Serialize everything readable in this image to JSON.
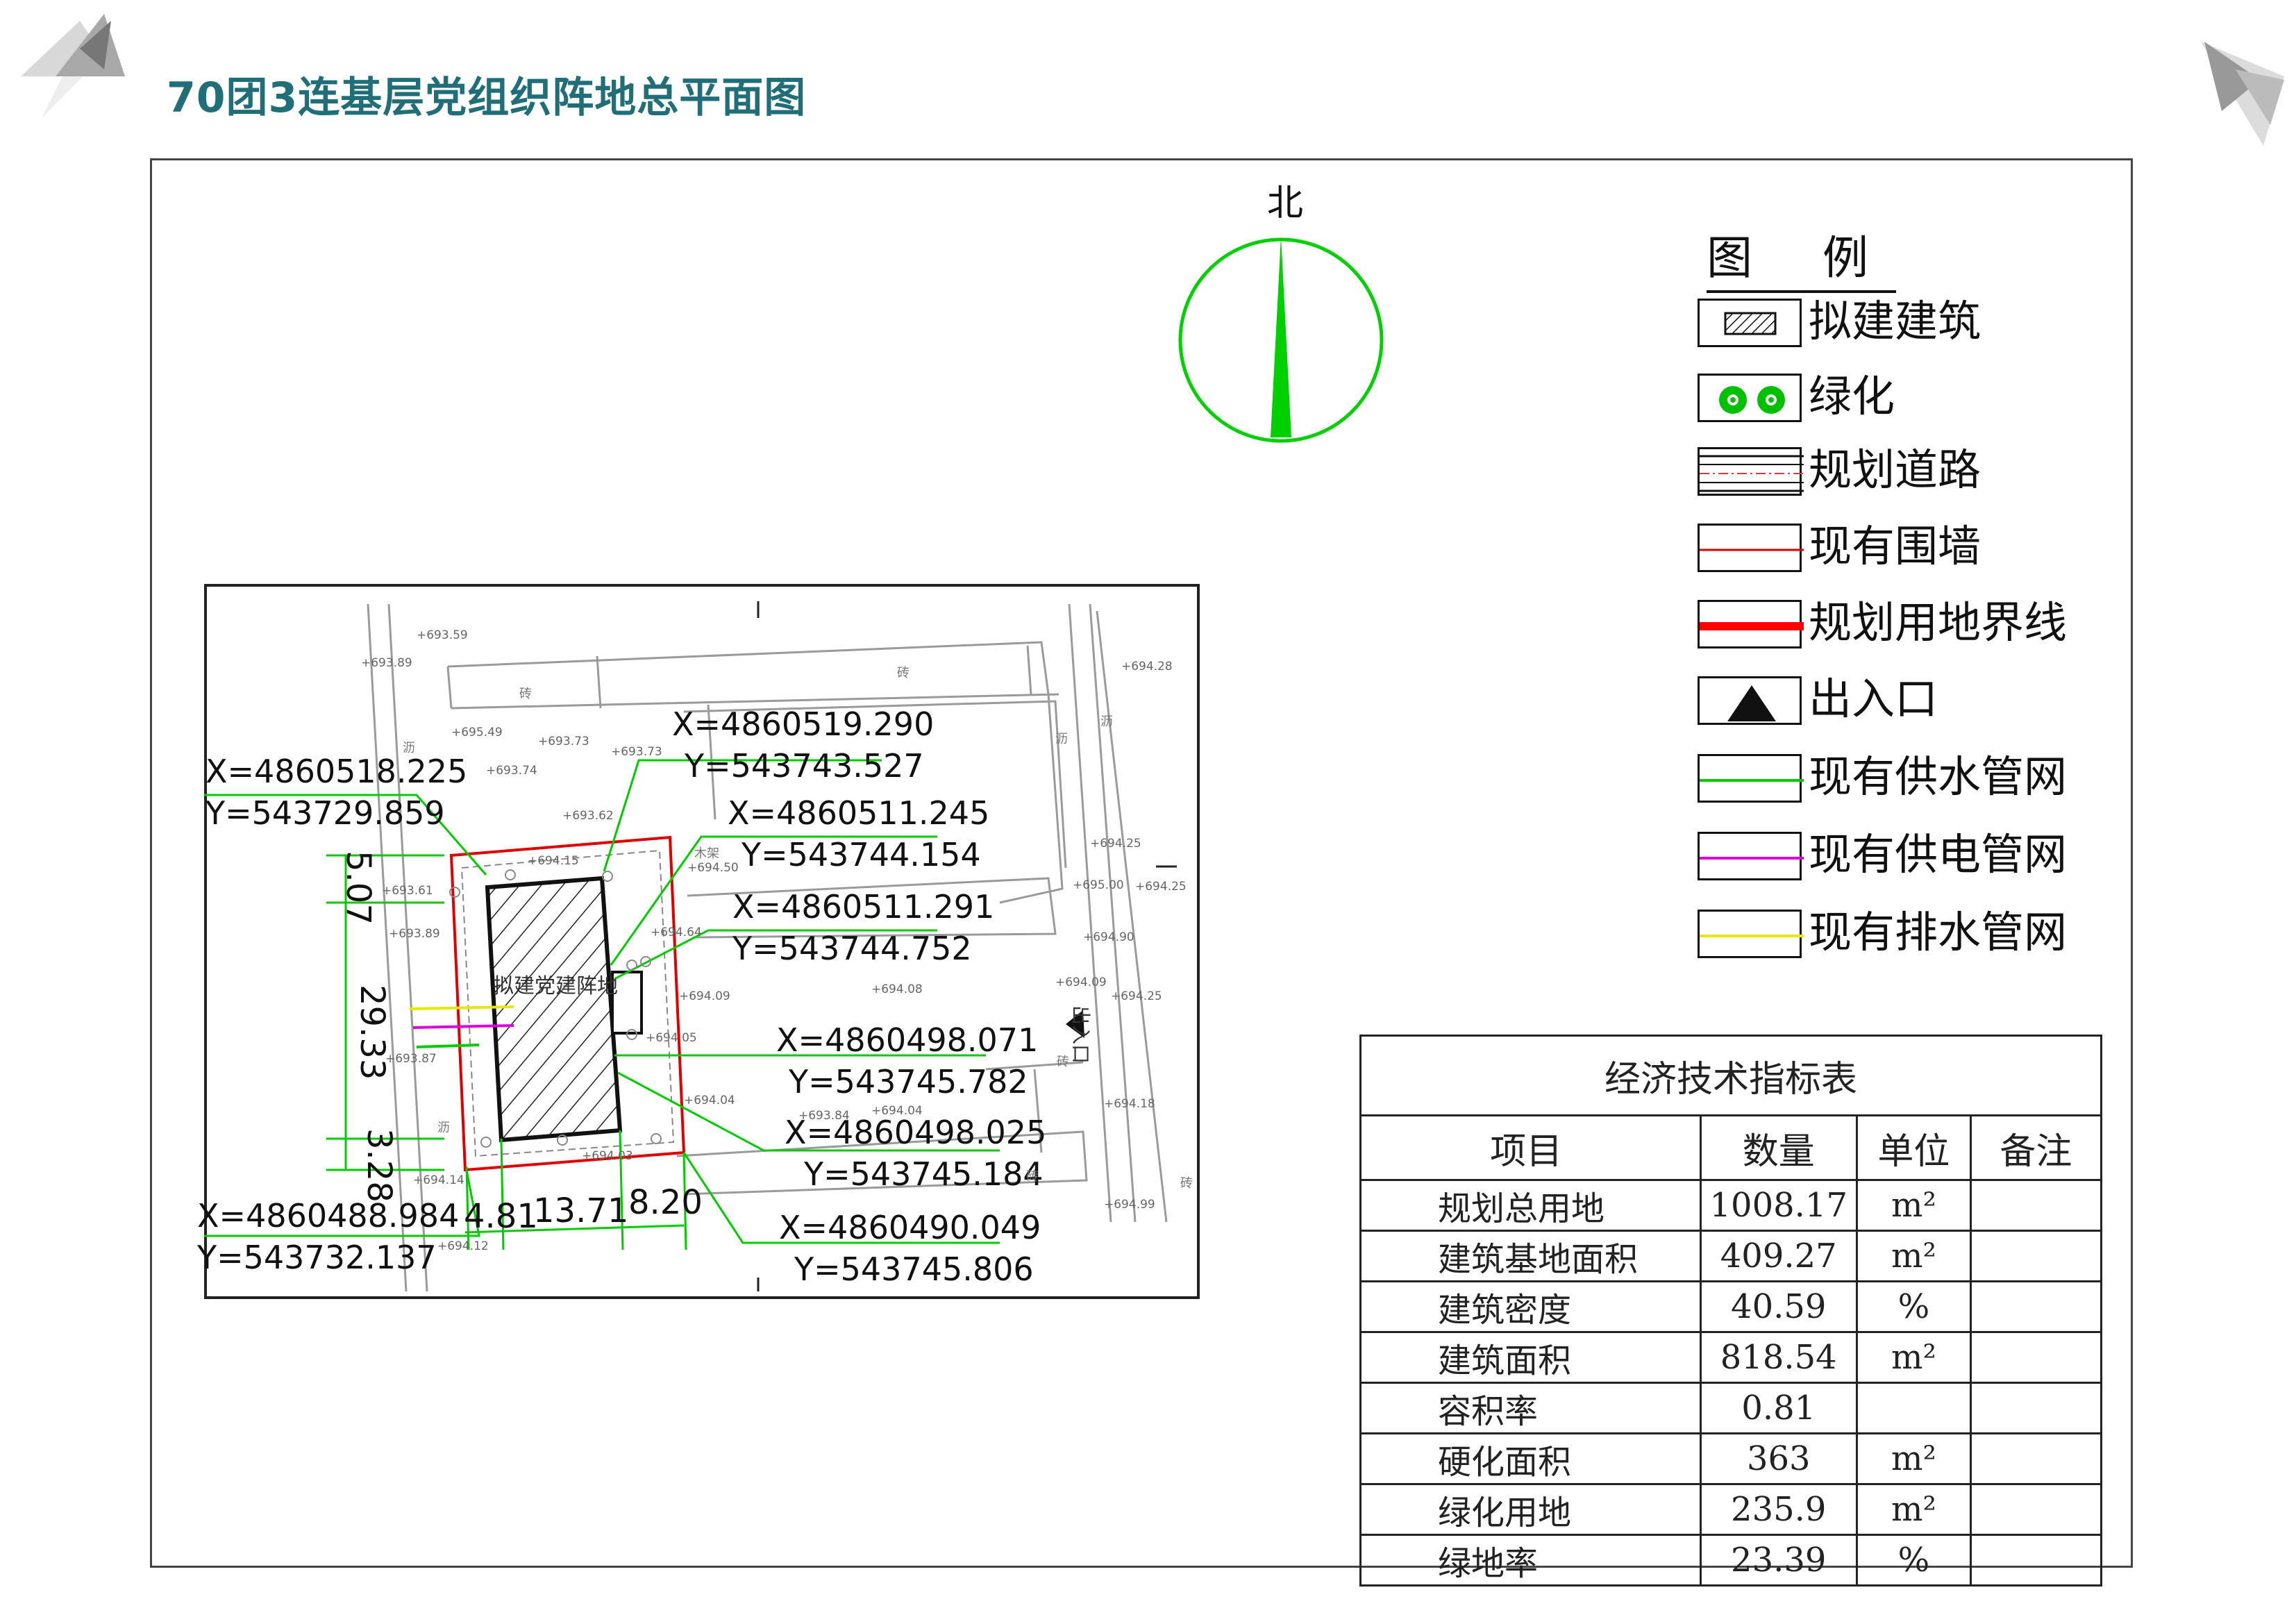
{
  "title": "70团3连基层党组织阵地总平面图",
  "north": {
    "label": "北"
  },
  "legend": {
    "title": "图  例",
    "items": [
      {
        "label": "拟建建筑",
        "icon": "hatch-building-icon"
      },
      {
        "label": "绿化",
        "icon": "green-tree-icon",
        "color": "#00c000"
      },
      {
        "label": "规划道路",
        "icon": "road-lines-icon",
        "color": "#d04040"
      },
      {
        "label": "现有围墙",
        "icon": "red-line-icon",
        "color": "#e00000"
      },
      {
        "label": "规划用地界线",
        "icon": "thick-red-line-icon",
        "color": "#ff0000"
      },
      {
        "label": "出入口",
        "icon": "triangle-icon"
      },
      {
        "label": "现有供水管网",
        "icon": "green-line-icon",
        "color": "#00cc00"
      },
      {
        "label": "现有供电管网",
        "icon": "magenta-line-icon",
        "color": "#dd00dd"
      },
      {
        "label": "现有排水管网",
        "icon": "yellow-line-icon",
        "color": "#e8e800"
      }
    ]
  },
  "plan": {
    "building_label": "拟建党建阵地",
    "entrance_label": "出入口",
    "coords": [
      {
        "x": "X=4860518.225",
        "y": "Y=543729.859"
      },
      {
        "x": "X=4860519.290",
        "y": "Y=543743.527"
      },
      {
        "x": "X=4860511.245",
        "y": "Y=543744.154"
      },
      {
        "x": "X=4860511.291",
        "y": "Y=543744.752"
      },
      {
        "x": "X=4860498.071",
        "y": "Y=543745.782"
      },
      {
        "x": "X=4860498.025",
        "y": "Y=543745.184"
      },
      {
        "x": "X=4860490.049",
        "y": "Y=543745.806"
      },
      {
        "x": "X=4860488.984",
        "y": "Y=543732.137"
      }
    ],
    "dims": {
      "v1": "5.07",
      "v2": "29.33",
      "v3": "3.28",
      "h1": "4.81",
      "h2": "13.71",
      "h3": "8.20"
    },
    "elevations": [
      "693.59",
      "693.89",
      "695.49",
      "693.73",
      "693.74",
      "693.73",
      "693.62",
      "694.15",
      "694.50",
      "694.64",
      "693.89",
      "694.09",
      "694.05",
      "694.08",
      "694.04",
      "694.03",
      "694.14",
      "694.12",
      "694.28",
      "694.25",
      "695.00",
      "694.25",
      "694.90",
      "694.09",
      "694.25",
      "694.18",
      "694.99",
      "693.84",
      "694.04",
      "693.87",
      "693.61"
    ],
    "small_labels": [
      "砖",
      "砖",
      "沥",
      "沥",
      "沥",
      "砖",
      "砖",
      "砖",
      "木架",
      "沥"
    ]
  },
  "econ_table": {
    "caption": "经济技术指标表",
    "headers": [
      "项目",
      "数量",
      "单位",
      "备注"
    ],
    "rows": [
      {
        "name": "规划总用地",
        "qty": "1008.17",
        "unit": "m²",
        "note": ""
      },
      {
        "name": "建筑基地面积",
        "qty": "409.27",
        "unit": "m²",
        "note": ""
      },
      {
        "name": "建筑密度",
        "qty": "40.59",
        "unit": "%",
        "note": ""
      },
      {
        "name": "建筑面积",
        "qty": "818.54",
        "unit": "m²",
        "note": ""
      },
      {
        "name": "容积率",
        "qty": "0.81",
        "unit": "",
        "note": ""
      },
      {
        "name": "硬化面积",
        "qty": "363",
        "unit": "m²",
        "note": ""
      },
      {
        "name": "绿化用地",
        "qty": "235.9",
        "unit": "m²",
        "note": ""
      },
      {
        "name": "绿地率",
        "qty": "23.39",
        "unit": "%",
        "note": ""
      }
    ]
  }
}
